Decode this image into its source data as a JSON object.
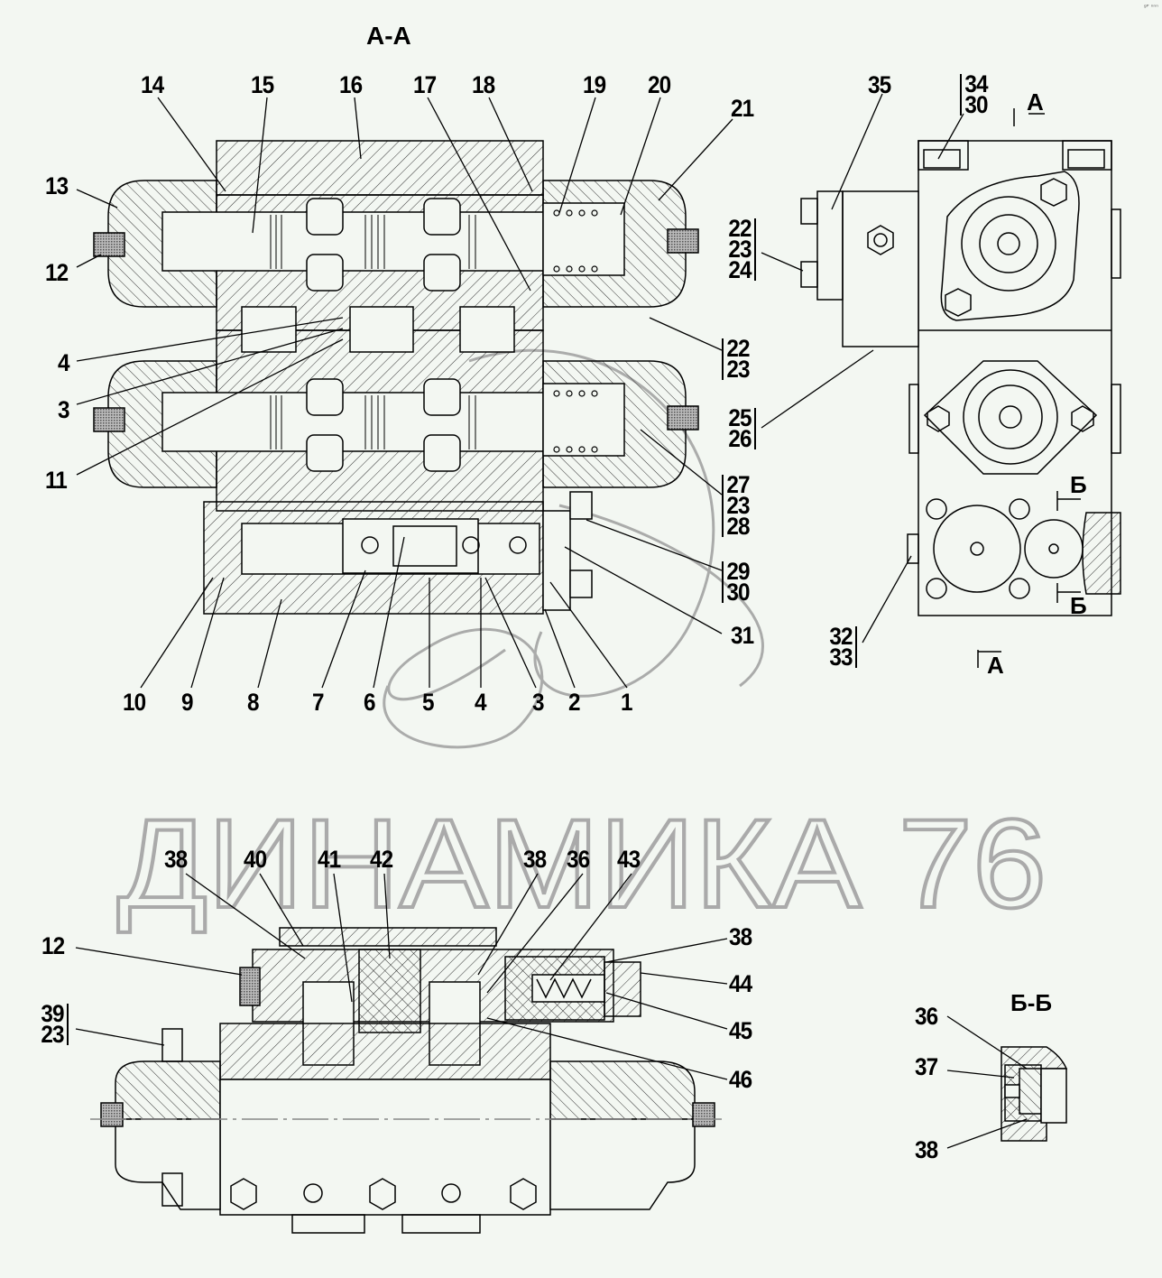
{
  "drawing": {
    "corner_mark": "ᵍᴾ ⁿⁿⁿ",
    "watermark": "ДИНАМИКА 76",
    "views": {
      "section_aa": {
        "title": "А-А",
        "top_labels": [
          "14",
          "15",
          "16",
          "17",
          "18",
          "19",
          "20",
          "21"
        ],
        "left_labels": [
          "13",
          "12",
          "4",
          "3",
          "11"
        ],
        "bottom_labels": [
          "10",
          "9",
          "8",
          "7",
          "6",
          "5",
          "4",
          "3",
          "2",
          "1"
        ],
        "right_labels": {
          "g1": [
            "22",
            "23"
          ],
          "g2": [
            "27",
            "23",
            "28"
          ],
          "g3": [
            "29",
            "30"
          ],
          "single": "31"
        }
      },
      "side_view": {
        "top_label": "35",
        "stack_top": [
          "34",
          "30"
        ],
        "stack_mid": [
          "22",
          "23",
          "24"
        ],
        "stack_low": [
          "25",
          "26"
        ],
        "stack_bottom": [
          "32",
          "33"
        ],
        "section_marker_a": "А",
        "section_marker_b": "Б"
      },
      "bottom_view": {
        "top_labels": [
          "38",
          "40",
          "41",
          "42",
          "38",
          "36",
          "43"
        ],
        "left_label": "12",
        "left_stack": [
          "39",
          "23"
        ],
        "right_labels": [
          "38",
          "44",
          "45",
          "46"
        ]
      },
      "section_bb": {
        "title": "Б-Б",
        "labels": [
          "36",
          "37",
          "38"
        ]
      }
    }
  }
}
